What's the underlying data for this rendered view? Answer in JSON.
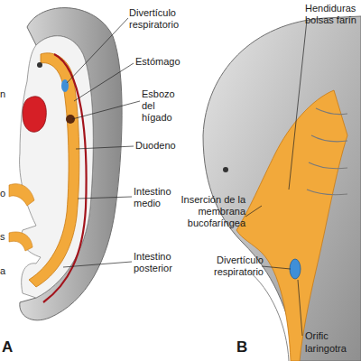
{
  "diagram": {
    "labels": [
      "Divertículo respiratorio",
      "Estómago",
      "Esbozo del hígado",
      "Duodeno",
      "Intestino medio",
      "Intestino posterior",
      "A",
      "n",
      "o",
      "s",
      "a",
      "Hendiduras",
      "bolsas farín",
      "Inserción de la membrana bucofaríngea",
      "Divertículo respiratorio",
      "Orific",
      "laringotra",
      "B"
    ]
  }
}
